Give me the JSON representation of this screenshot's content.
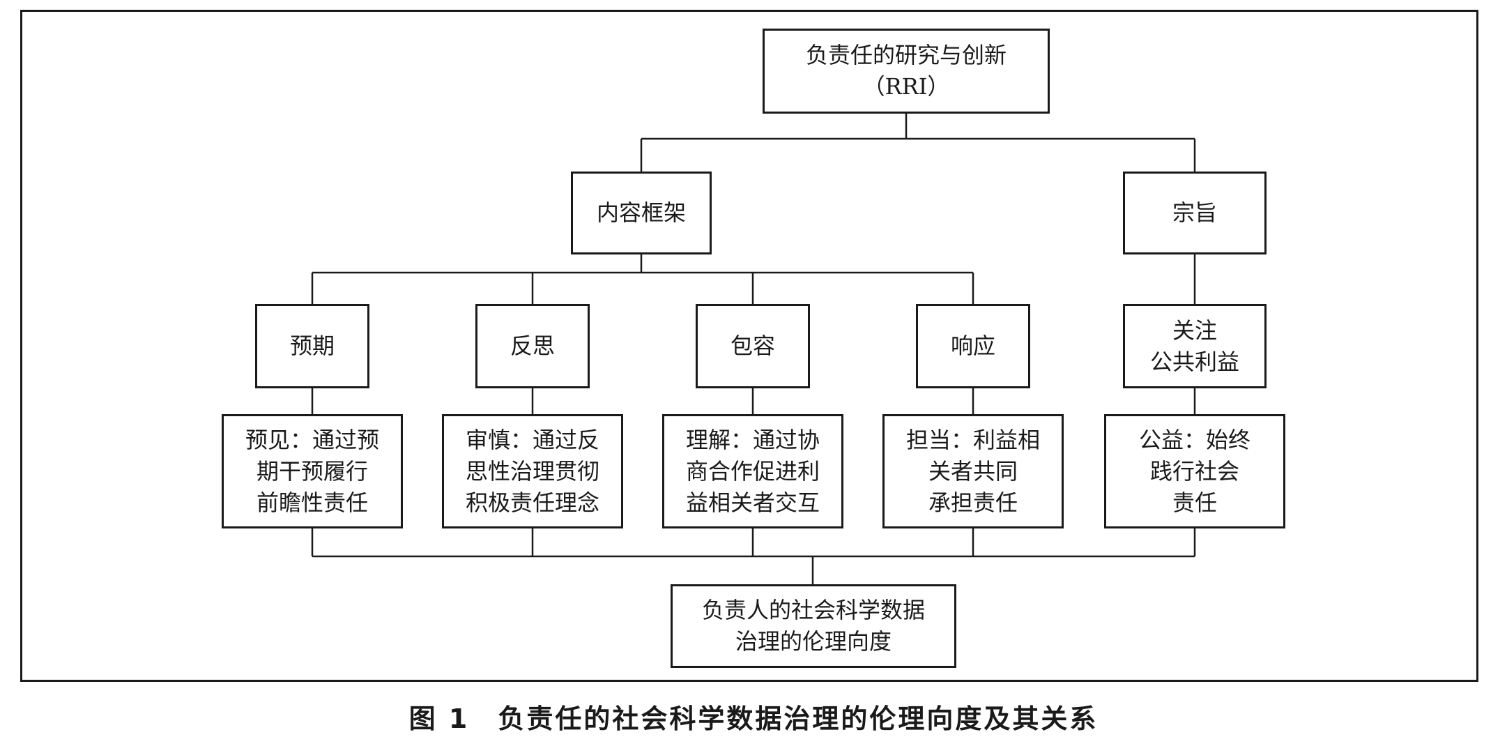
{
  "diagram": {
    "root": "负责任的研究与创新\n（RRI）",
    "content_framework": "内容框架",
    "purpose": "宗旨",
    "dimensions": [
      {
        "label": "预期",
        "detail": "预见：通过预\n期干预履行\n前瞻性责任"
      },
      {
        "label": "反思",
        "detail": "审慎：通过反\n思性治理贯彻\n积极责任理念"
      },
      {
        "label": "包容",
        "detail": "理解：通过协\n商合作促进利\n益相关者交互"
      },
      {
        "label": "响应",
        "detail": "担当：利益相\n关者共同\n承担责任"
      }
    ],
    "purpose_item": {
      "label": "关注\n公共利益",
      "detail": "公益：始终\n践行社会\n责任"
    },
    "outcome": "负责人的社会科学数据\n治理的伦理向度"
  },
  "caption": "图 1　负责任的社会科学数据治理的伦理向度及其关系"
}
